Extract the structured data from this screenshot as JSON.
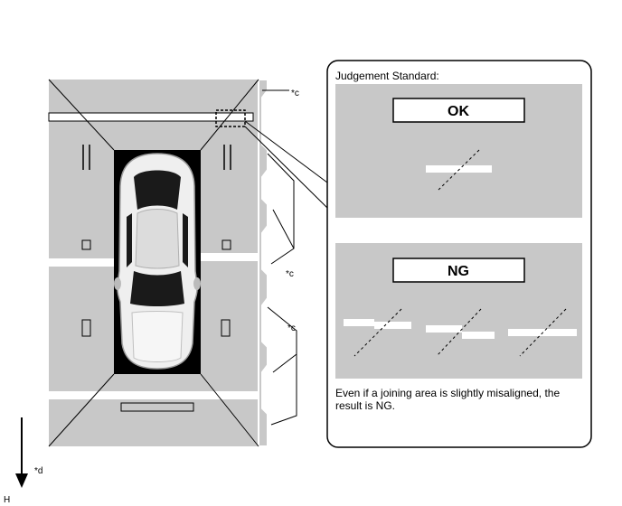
{
  "callouts": {
    "c_top": "*c",
    "c_middle": "*c",
    "c_lower": "*c",
    "d": "*d",
    "direction_h": "H"
  },
  "judgement": {
    "title": "Judgement Standard:",
    "ok_label": "OK",
    "ng_label": "NG",
    "note_line1": "Even if a joining area is slightly misaligned, the",
    "note_line2": "result is NG."
  },
  "colors": {
    "ground": "#c8c8c8",
    "line": "#ffffff",
    "outline": "#000000"
  },
  "icons": {
    "vehicle": "car-top-view-icon",
    "arrow": "arrow-down-icon"
  }
}
